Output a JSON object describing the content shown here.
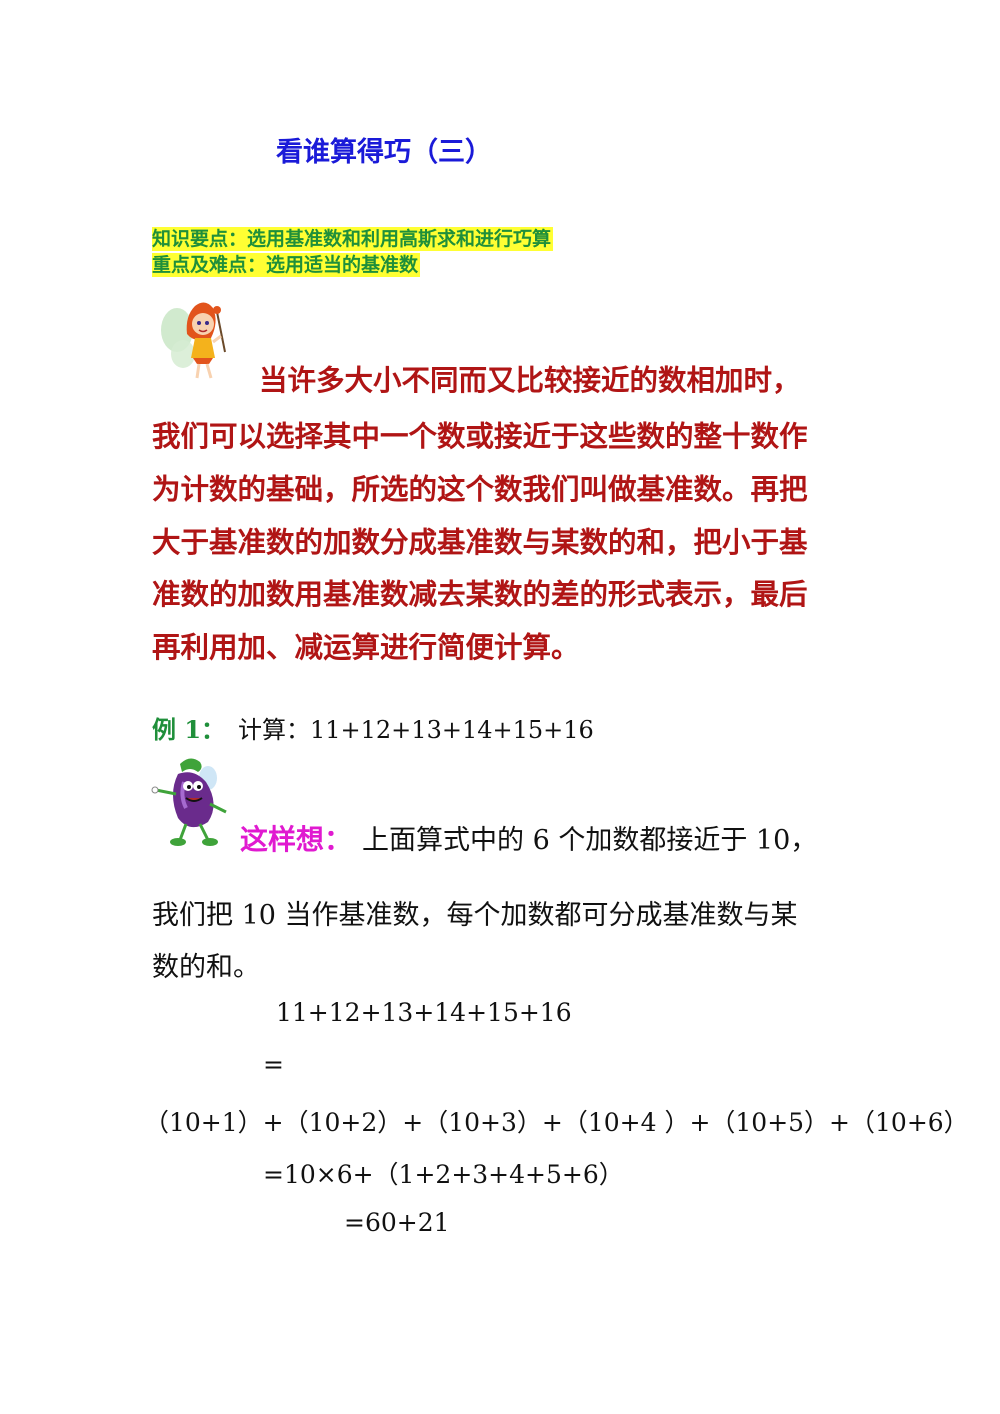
{
  "title": "看谁算得巧（三）",
  "knowledge_point": "知识要点：选用基准数和利用高斯求和进行巧算",
  "key_point": "重点及难点：选用适当的基准数",
  "intro_lines": [
    "当许多大小不同而又比较接近的数相加时，",
    "我们可以选择其中一个数或接近于这些数的整十数作",
    "为计数的基础，所选的这个数我们叫做基准数。再把",
    "大于基准数的加数分成基准数与某数的和，把小于基",
    "准数的加数用基准数减去某数的差的形式表示，最后",
    "再利用加、减运算进行简便计算。"
  ],
  "example": {
    "label": "例 1：",
    "text": "计算：11+12+13+14+15+16"
  },
  "think": {
    "label": "这样想：",
    "line1": "上面算式中的 6 个加数都接近于 10，",
    "line2": "我们把 10 当作基准数，每个加数都可分成基准数与某",
    "line3": "数的和。"
  },
  "solution": {
    "line1": "11+12+13+14+15+16",
    "line2": "=",
    "line3": "（10+1）+（10+2）+（10+3）+（10+4 ）+（10+5）+（10+6）",
    "line4": "=10×6+（1+2+3+4+5+6）",
    "line5": "=60+21"
  }
}
